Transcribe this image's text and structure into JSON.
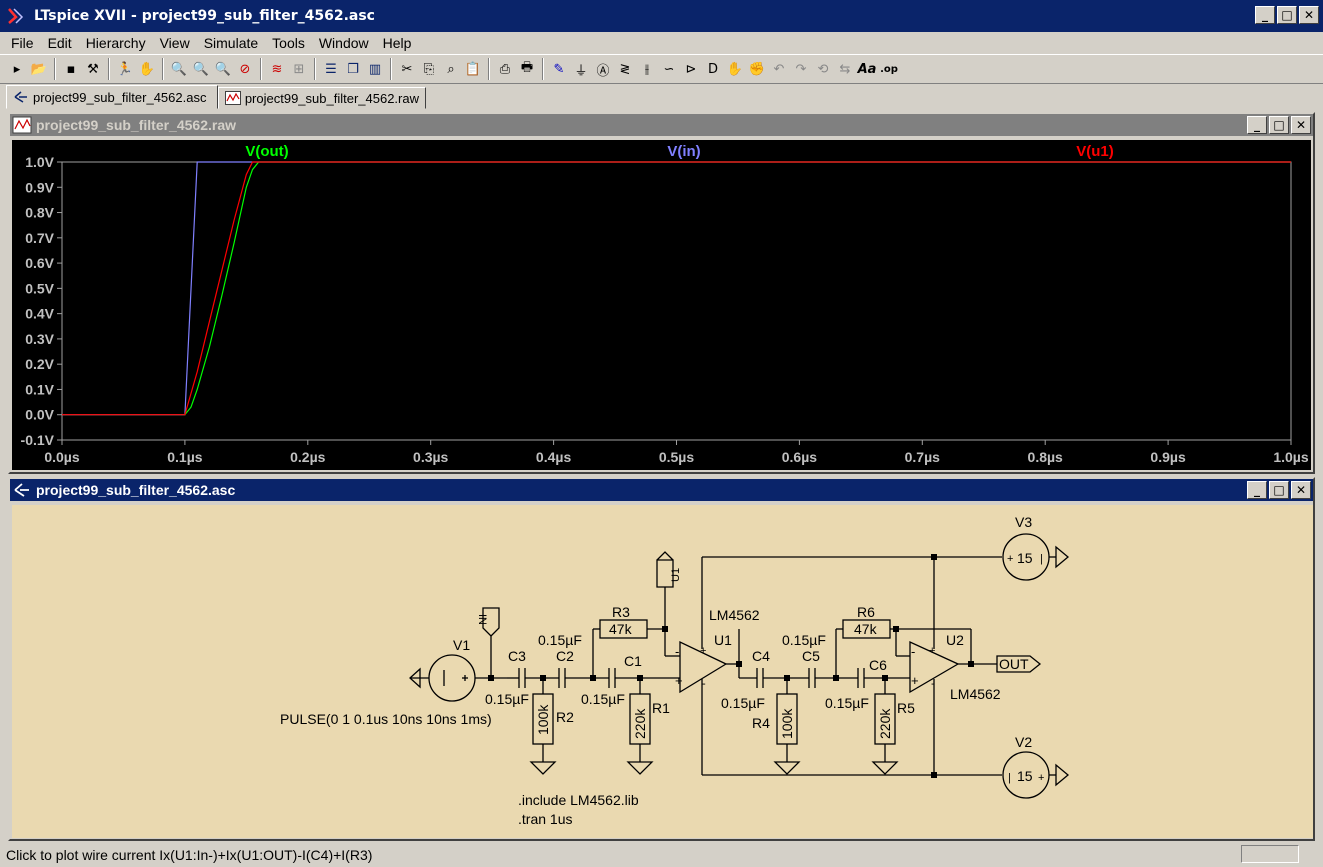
{
  "window": {
    "title": "LTspice XVII - project99_sub_filter_4562.asc",
    "minimize": "_",
    "maximize": "□",
    "close": "✕"
  },
  "menu": [
    "File",
    "Edit",
    "Hierarchy",
    "View",
    "Simulate",
    "Tools",
    "Window",
    "Help"
  ],
  "toolbar": [
    "new-icon",
    "open-icon",
    "save-icon",
    "control-panel-icon",
    "run-icon",
    "halt-icon",
    "zoom-in-icon",
    "zoom-out-icon",
    "zoom-fit-icon",
    "zoom-cancel-icon",
    "autorange-icon",
    "grid-icon",
    "tile-horizontal-icon",
    "cascade-icon",
    "tile-vertical-icon",
    "cut-icon",
    "copy-icon",
    "find-icon",
    "paste-icon",
    "print-preview-icon",
    "print-icon",
    "wire-icon",
    "ground-icon",
    "label-icon",
    "resistor-icon",
    "capacitor-icon",
    "inductor-icon",
    "diode-icon",
    "component-icon",
    "move-icon",
    "drag-icon",
    "undo-icon",
    "redo-icon",
    "rotate-icon",
    "mirror-icon",
    "text-icon",
    "spice-directive-icon"
  ],
  "tabs": [
    {
      "label": "project99_sub_filter_4562.asc",
      "icon": "schematic-icon"
    },
    {
      "label": "project99_sub_filter_4562.raw",
      "icon": "waveform-icon"
    }
  ],
  "plot_window": {
    "title": "project99_sub_filter_4562.raw"
  },
  "schematic_window": {
    "title": "project99_sub_filter_4562.asc"
  },
  "chart_data": {
    "type": "line",
    "series": [
      {
        "name": "V(out)",
        "color": "#00ff00",
        "x": [
          0,
          0.1,
          0.105,
          0.11,
          0.12,
          0.13,
          0.14,
          0.15,
          0.155,
          0.16,
          1.0
        ],
        "y": [
          0,
          0,
          0.03,
          0.1,
          0.27,
          0.47,
          0.68,
          0.9,
          0.97,
          1.0,
          1.0
        ]
      },
      {
        "name": "V(in)",
        "color": "#8080ff",
        "x": [
          0,
          0.1,
          0.11,
          1.0
        ],
        "y": [
          0,
          0,
          1.0,
          1.0
        ]
      },
      {
        "name": "V(u1)",
        "color": "#ff0000",
        "x": [
          0,
          0.1,
          0.11,
          0.12,
          0.13,
          0.14,
          0.15,
          0.155,
          1.0
        ],
        "y": [
          0,
          0,
          0.17,
          0.37,
          0.57,
          0.77,
          0.95,
          1.0,
          1.0
        ]
      }
    ],
    "y_ticks": [
      "1.0V",
      "0.9V",
      "0.8V",
      "0.7V",
      "0.6V",
      "0.5V",
      "0.4V",
      "0.3V",
      "0.2V",
      "0.1V",
      "0.0V",
      "-0.1V"
    ],
    "x_ticks": [
      "0.0µs",
      "0.1µs",
      "0.2µs",
      "0.3µs",
      "0.4µs",
      "0.5µs",
      "0.6µs",
      "0.7µs",
      "0.8µs",
      "0.9µs",
      "1.0µs"
    ],
    "xlim": [
      0,
      1.0
    ],
    "ylim": [
      -0.1,
      1.0
    ],
    "grid": false,
    "legend": "top"
  },
  "schematic": {
    "labels": {
      "V1": "V1",
      "V1_value": "PULSE(0 1 0.1us 10ns 10ns 1ms)",
      "IN": "IN",
      "C3": "C3",
      "C3_value": "0.15µF",
      "C2": "C2",
      "C2_value": "0.15µF",
      "C1": "C1",
      "C1_value": "0.15µF",
      "R2": "R2",
      "R2_value": "100k",
      "R1": "R1",
      "R1_value": "220k",
      "R3": "R3",
      "R3_value": "47k",
      "U1": "U1",
      "U1_model": "LM4562",
      "U1_net": "U1",
      "C4": "C4",
      "C4_value": "0.15µF",
      "C5": "C5",
      "C5_value": "0.15µF",
      "C6": "C6",
      "C6_value": "0.15µF",
      "R4": "R4",
      "R4_value": "100k",
      "R5": "R5",
      "R5_value": "220k",
      "R6": "R6",
      "R6_value": "47k",
      "U2": "U2",
      "U2_model": "LM4562",
      "OUT": "OUT",
      "V3": "V3",
      "V3_value": "15",
      "V2": "V2",
      "V2_value": "15",
      "directive_include": ".include LM4562.lib",
      "directive_tran": ".tran 1us"
    }
  },
  "status": {
    "text": "Click to plot wire current Ix(U1:In-)+Ix(U1:OUT)-I(C4)+I(R3)"
  }
}
